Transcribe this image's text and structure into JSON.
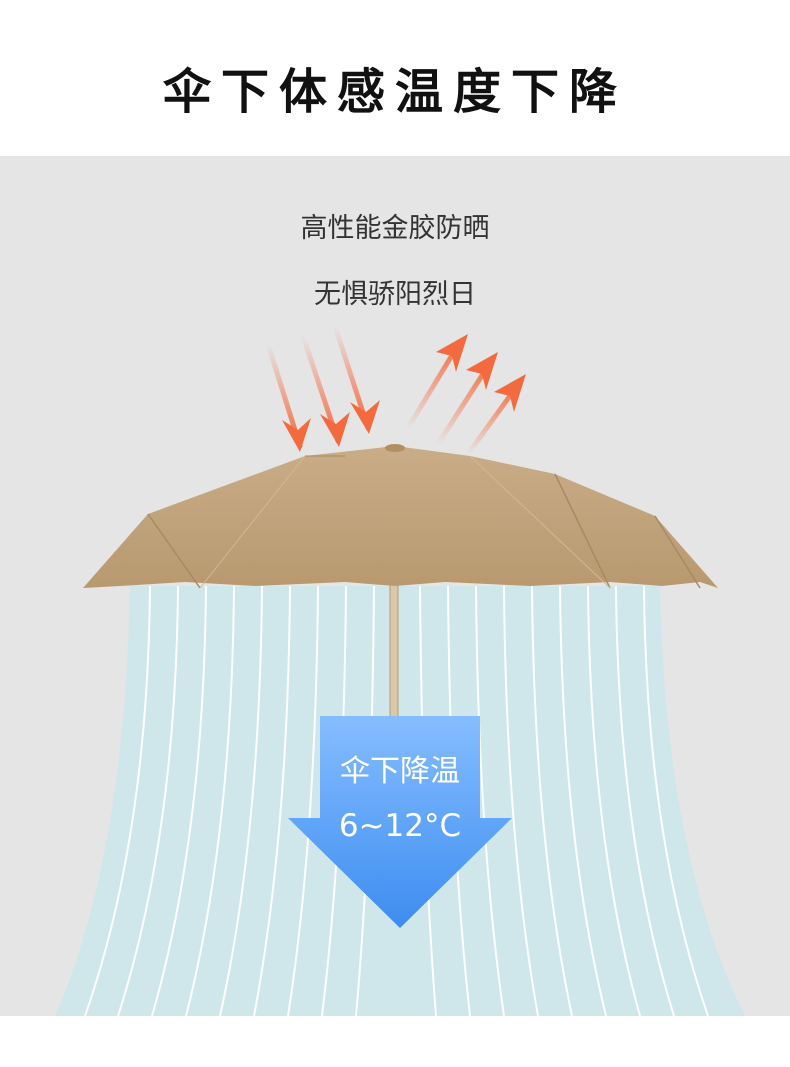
{
  "heading": "伞下体感温度下降",
  "subtitle_line1": "高性能金胶防晒",
  "subtitle_line2": "无惧骄阳烈日",
  "cooling_label": "伞下降温",
  "cooling_value": "6~12°C",
  "colors": {
    "background": "#ffffff",
    "panel": "#e5e5e5",
    "canopy": "#c3a57e",
    "canopy_edge": "#b89a72",
    "heat_arrow": "#f26a3e",
    "cool_beam": "#cfe6ea",
    "down_arrow_top": "#7fb8ff",
    "down_arrow_bottom": "#3d8ff0"
  },
  "icons": [
    "sun-heat-arrow-icon",
    "reflect-arrow-icon",
    "down-arrow-icon"
  ]
}
